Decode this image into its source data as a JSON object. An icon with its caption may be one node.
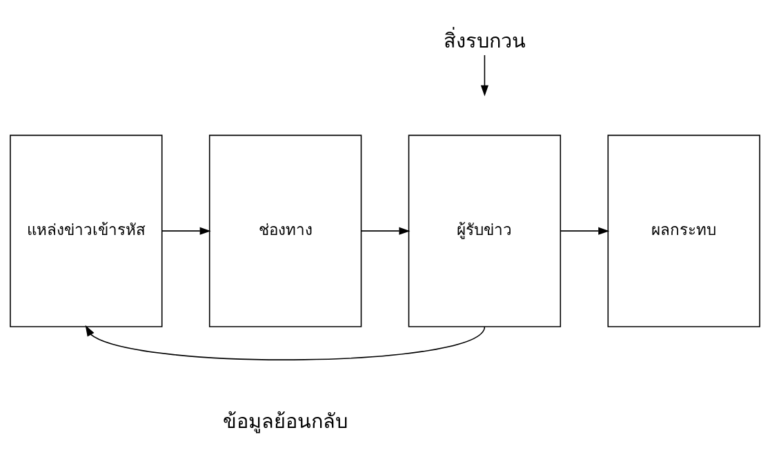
{
  "diagram": {
    "nodes": [
      {
        "text": [
          "แหล่งข่าวเข้ารหัส"
        ]
      },
      {
        "text": [
          "ช่องทาง"
        ]
      },
      {
        "text": [
          "ผู้รับข่าว"
        ]
      },
      {
        "text": [
          "ผลกระทบ"
        ]
      },
      {
        "text": [
          "สิ่งรบกวน"
        ]
      }
    ],
    "edges": [
      {
        "from": 0,
        "to": 1,
        "arrow": "to"
      },
      {
        "from": 1,
        "to": 2,
        "arrow": "to"
      },
      {
        "from": 2,
        "to": 3,
        "arrow": "to"
      },
      {
        "from": 2,
        "to": 0,
        "arrow": "to"
      },
      {
        "from": 4,
        "to": null,
        "arrow": "to"
      }
    ],
    "labels": [
      "ข้อมูลย้อนกลับ"
    ]
  }
}
